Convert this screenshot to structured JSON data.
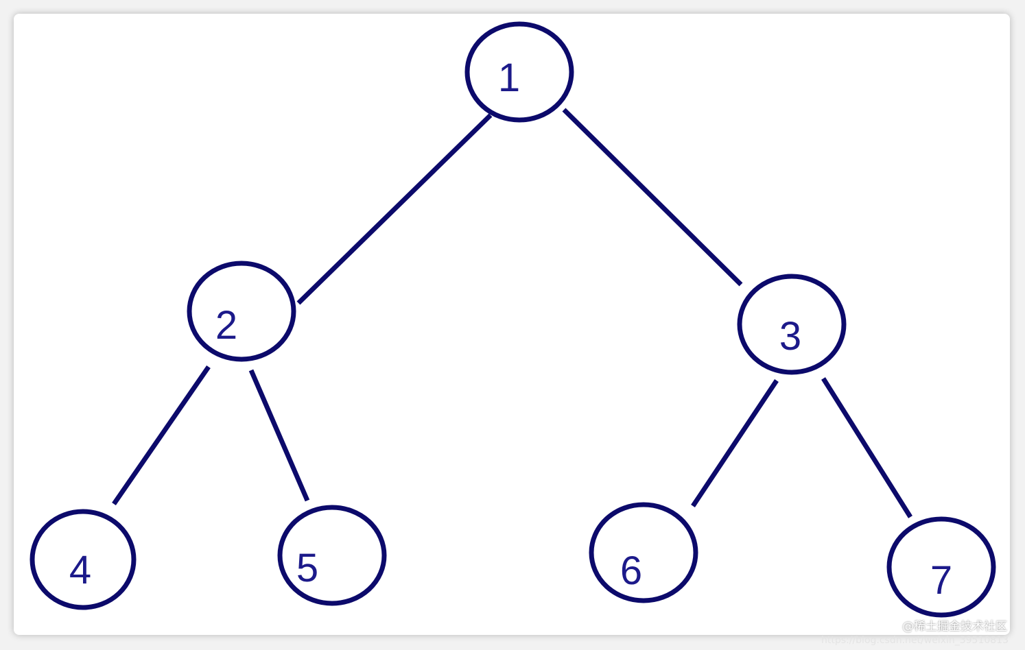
{
  "diagram": {
    "type": "binary-tree",
    "colors": {
      "stroke": "#0c0a6b",
      "label": "#1c1a8a",
      "background": "#ffffff"
    },
    "nodes": [
      {
        "id": "n1",
        "label": "1"
      },
      {
        "id": "n2",
        "label": "2"
      },
      {
        "id": "n3",
        "label": "3"
      },
      {
        "id": "n4",
        "label": "4"
      },
      {
        "id": "n5",
        "label": "5"
      },
      {
        "id": "n6",
        "label": "6"
      },
      {
        "id": "n7",
        "label": "7"
      }
    ],
    "edges": [
      {
        "from": "1",
        "to": "2"
      },
      {
        "from": "1",
        "to": "3"
      },
      {
        "from": "2",
        "to": "4"
      },
      {
        "from": "2",
        "to": "5"
      },
      {
        "from": "3",
        "to": "6"
      },
      {
        "from": "3",
        "to": "7"
      }
    ]
  },
  "watermark": {
    "text": "@稀土掘金技术社区",
    "url": "https://blog.csdn.net/weixin_39510813"
  }
}
